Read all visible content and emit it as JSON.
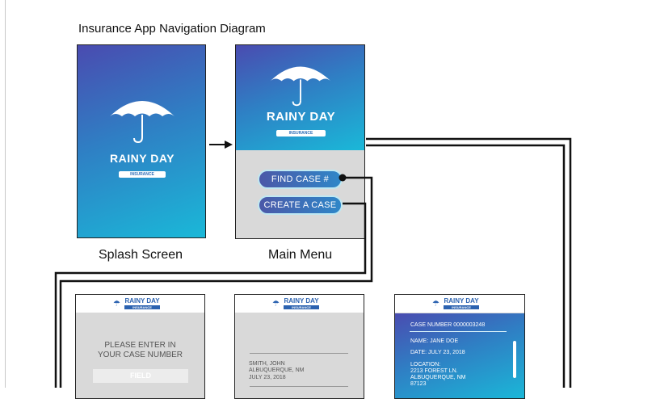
{
  "title": "Insurance App Navigation Diagram",
  "captions": {
    "splash": "Splash Screen",
    "main_menu": "Main Menu"
  },
  "brand": {
    "name": "RAINY DAY",
    "sub": "INSURANCE"
  },
  "main_menu": {
    "find_case_button": "FIND CASE #",
    "create_case_button": "CREATE A CASE"
  },
  "find_case_screen": {
    "prompt_line1": "PLEASE ENTER IN",
    "prompt_line2": "YOUR CASE NUMBER",
    "field_placeholder": "FIELD"
  },
  "results_screen": {
    "name": "SMITH, JOHN",
    "city": "ALBUQUERQUE, NM",
    "date": "JULY 23, 2018"
  },
  "case_detail_screen": {
    "case_number": "CASE NUMBER 0000003248",
    "name": "NAME:  JANE DOE",
    "date": "DATE: JULY 23, 2018",
    "location_label": "LOCATION:",
    "address": "2213 FOREST LN.",
    "city": "ALBUQUERQUE, NM",
    "zip": "87123"
  },
  "colors": {
    "gradient_top": "#4a4bb0",
    "gradient_bottom": "#1ab8d8",
    "connector": "#111111"
  },
  "icons": [
    "umbrella-icon",
    "arrow-right-icon",
    "connector-dot-icon"
  ]
}
